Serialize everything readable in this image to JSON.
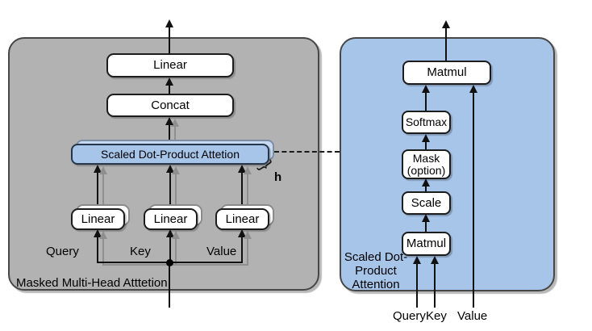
{
  "left_panel": {
    "title": "Masked Multi-Head Atttetion",
    "linear_top": "Linear",
    "concat": "Concat",
    "sdpa": "Scaled Dot-Product Attetion",
    "heads": "h",
    "linear_q": "Linear",
    "linear_k": "Linear",
    "linear_v": "Linear",
    "query": "Query",
    "key": "Key",
    "value": "Value"
  },
  "right_panel": {
    "title_line1": "Scaled Dot-",
    "title_line2": "Product",
    "title_line3": "Attention",
    "matmul_top": "Matmul",
    "softmax": "Softmax",
    "mask_line1": "Mask",
    "mask_line2": "(option)",
    "scale": "Scale",
    "matmul_bottom": "Matmul",
    "query": "Query",
    "key": "Key",
    "value": "Value"
  },
  "colors": {
    "panel_gray": "#b2b2b2",
    "panel_blue": "#a7c4e9",
    "stacked_blue": "#c8d9f2",
    "node_white": "#ffffff",
    "stroke_dark": "#1c1c1c",
    "stroke_gray": "#8f8f8f"
  }
}
